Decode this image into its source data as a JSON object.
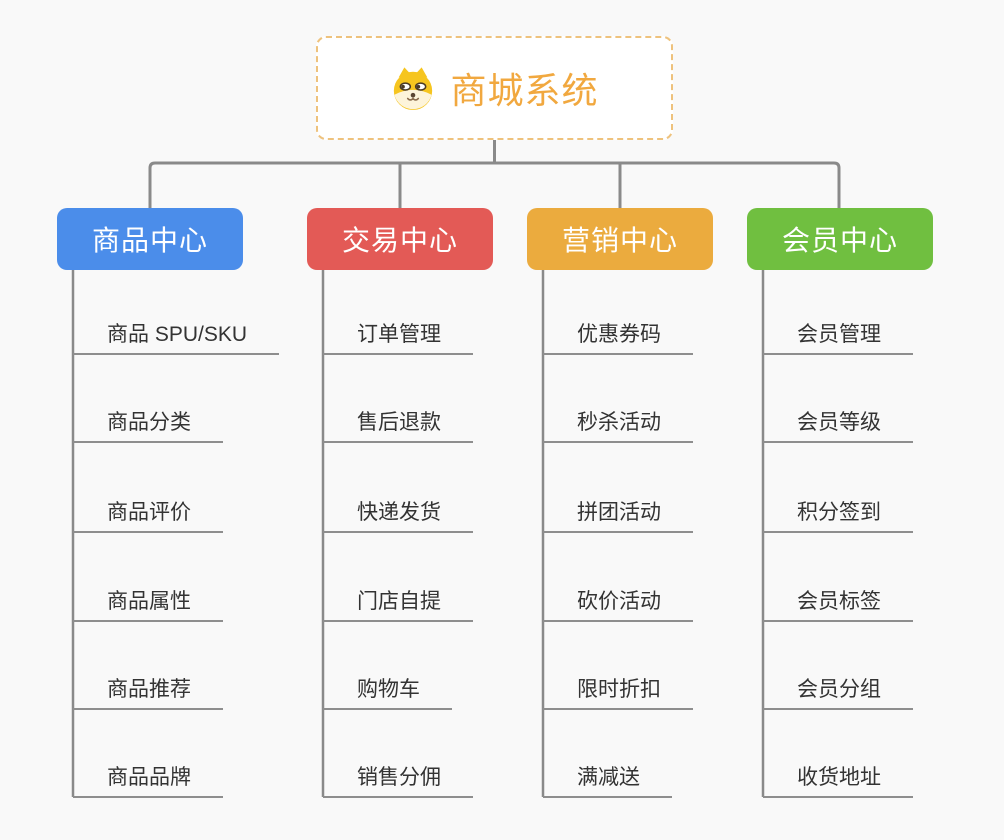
{
  "root": {
    "title": "商城系统",
    "icon": "shiba-dog-icon"
  },
  "branches": [
    {
      "label": "商品中心",
      "color": "#4b8dea",
      "items": [
        "商品 SPU/SKU",
        "商品分类",
        "商品评价",
        "商品属性",
        "商品推荐",
        "商品品牌"
      ]
    },
    {
      "label": "交易中心",
      "color": "#e35a56",
      "items": [
        "订单管理",
        "售后退款",
        "快递发货",
        "门店自提",
        "购物车",
        "销售分佣"
      ]
    },
    {
      "label": "营销中心",
      "color": "#ebab3e",
      "items": [
        "优惠券码",
        "秒杀活动",
        "拼团活动",
        "砍价活动",
        "限时折扣",
        "满减送"
      ]
    },
    {
      "label": "会员中心",
      "color": "#70bf40",
      "items": [
        "会员管理",
        "会员等级",
        "积分签到",
        "会员标签",
        "会员分组",
        "收货地址"
      ]
    }
  ],
  "colors": {
    "background": "#f9f9f9",
    "connector": "#8a8a8a",
    "underline": "#8e8e8e",
    "leaf_text": "#333333",
    "root_text": "#f1a83f",
    "root_border": "#eec27d",
    "root_bg": "#ffffff"
  }
}
